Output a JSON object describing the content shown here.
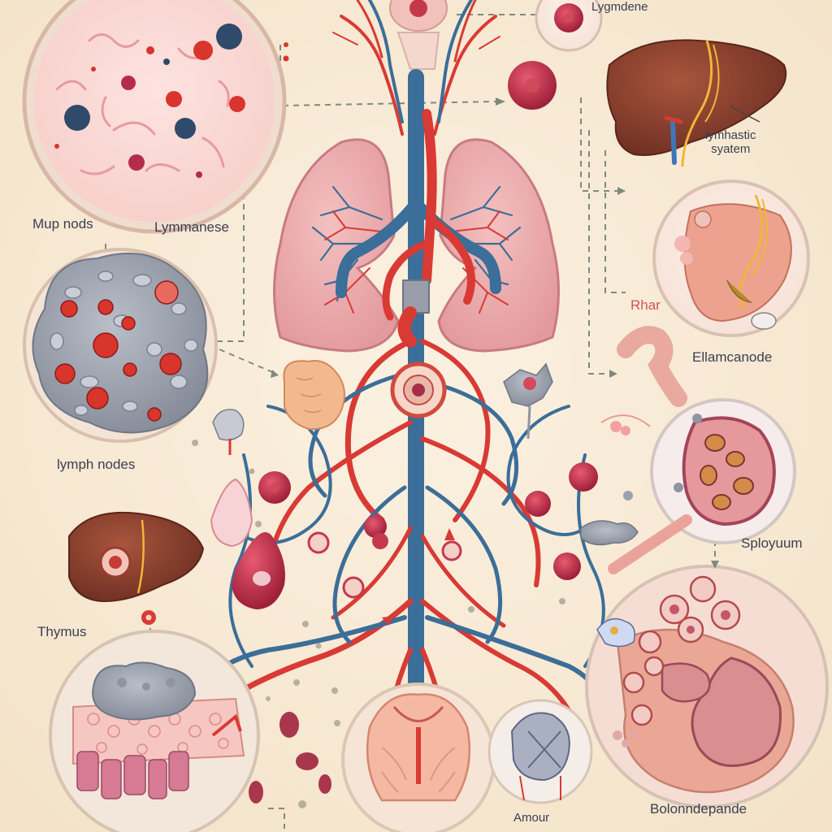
{
  "labels": {
    "top_right": "Lygmdene",
    "lymphatic_line1": "lymhastic",
    "lymphatic_line2": "syatem",
    "mup_nodes": "Mup nods",
    "lymmanese": "Lymmanese",
    "rhar": "Rhar",
    "ellamcanode": "Ellamcanode",
    "lymph_nodes": "lymph nodes",
    "sployuum": "Sployuum",
    "thymus": "Thymus",
    "amour": "Amour",
    "bolonndepande": "Bolonndepande"
  },
  "colors": {
    "background": "#f8ecd8",
    "artery": "#d93a34",
    "vein": "#3b6e98",
    "lung": "#eba3a6",
    "liver": "#8a3f2c",
    "node_gray": "#9aa0ac",
    "node_red": "#d8352d",
    "dashed_line": "#7e8a7f",
    "label_text": "#3a3f52",
    "label_red": "#d2555a"
  }
}
